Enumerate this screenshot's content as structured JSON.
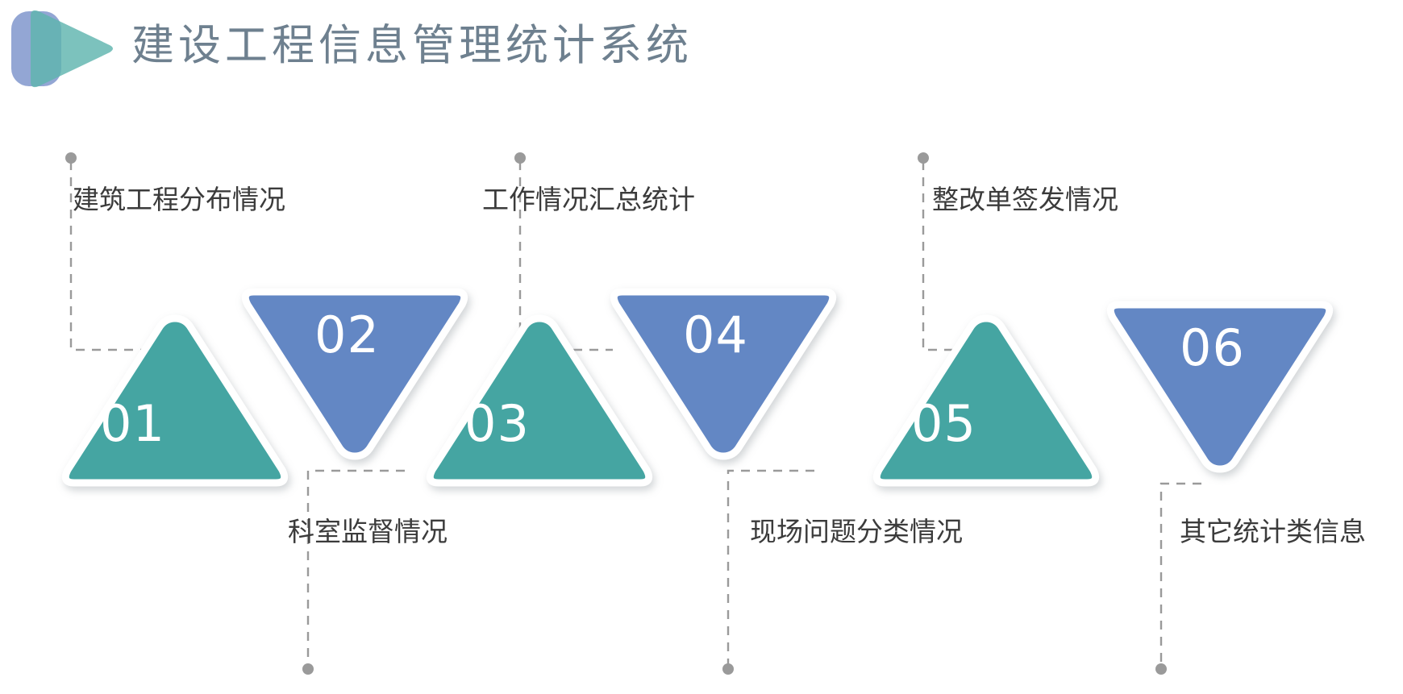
{
  "header": {
    "title": "建设工程信息管理统计系统",
    "title_color": "#6e808f",
    "logo": {
      "name": "play-logo",
      "square_color": "#93a6d4",
      "triangle_color": "#6fb7b0"
    }
  },
  "theme": {
    "teal": "#44a5a2",
    "blue": "#6487c4",
    "shape_outline": "#ffffff",
    "connector_color": "#9a9a9a",
    "label_color": "#3b3b3b",
    "background": "#ffffff"
  },
  "diagram": {
    "type": "process-steps",
    "orientation": "horizontal",
    "step_count": 6,
    "steps": [
      {
        "number": "01",
        "label": "建筑工程分布情况",
        "color": "#44a5a2",
        "direction": "up",
        "label_position": "above"
      },
      {
        "number": "02",
        "label": "科室监督情况",
        "color": "#6487c4",
        "direction": "down",
        "label_position": "below"
      },
      {
        "number": "03",
        "label": "工作情况汇总统计",
        "color": "#44a5a2",
        "direction": "up",
        "label_position": "above"
      },
      {
        "number": "04",
        "label": "现场问题分类情况",
        "color": "#6487c4",
        "direction": "down",
        "label_position": "below"
      },
      {
        "number": "05",
        "label": "整改单签发情况",
        "color": "#44a5a2",
        "direction": "up",
        "label_position": "above"
      },
      {
        "number": "06",
        "label": "其它统计类信息",
        "color": "#6487c4",
        "direction": "down",
        "label_position": "below"
      }
    ]
  }
}
